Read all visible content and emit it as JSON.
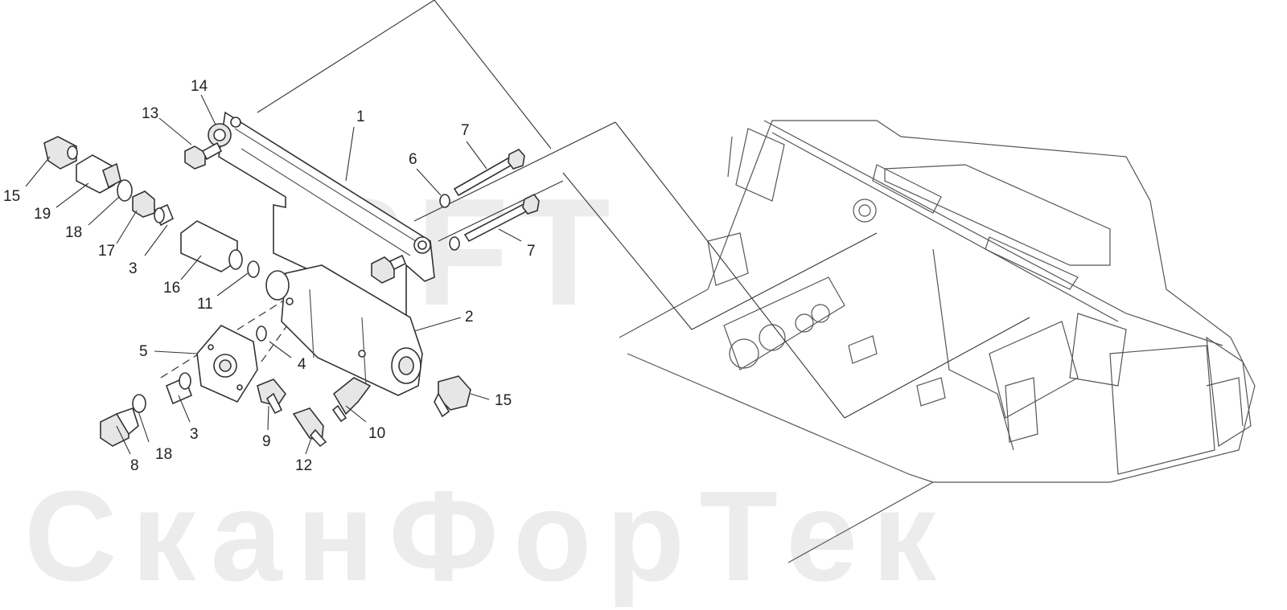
{
  "watermark": {
    "logo": "SFT",
    "brand": "СканФорТек"
  },
  "callouts": [
    "1",
    "2",
    "3",
    "3",
    "4",
    "5",
    "6",
    "7",
    "7",
    "8",
    "9",
    "10",
    "11",
    "12",
    "13",
    "14",
    "15",
    "15",
    "16",
    "17",
    "18",
    "18",
    "19"
  ]
}
